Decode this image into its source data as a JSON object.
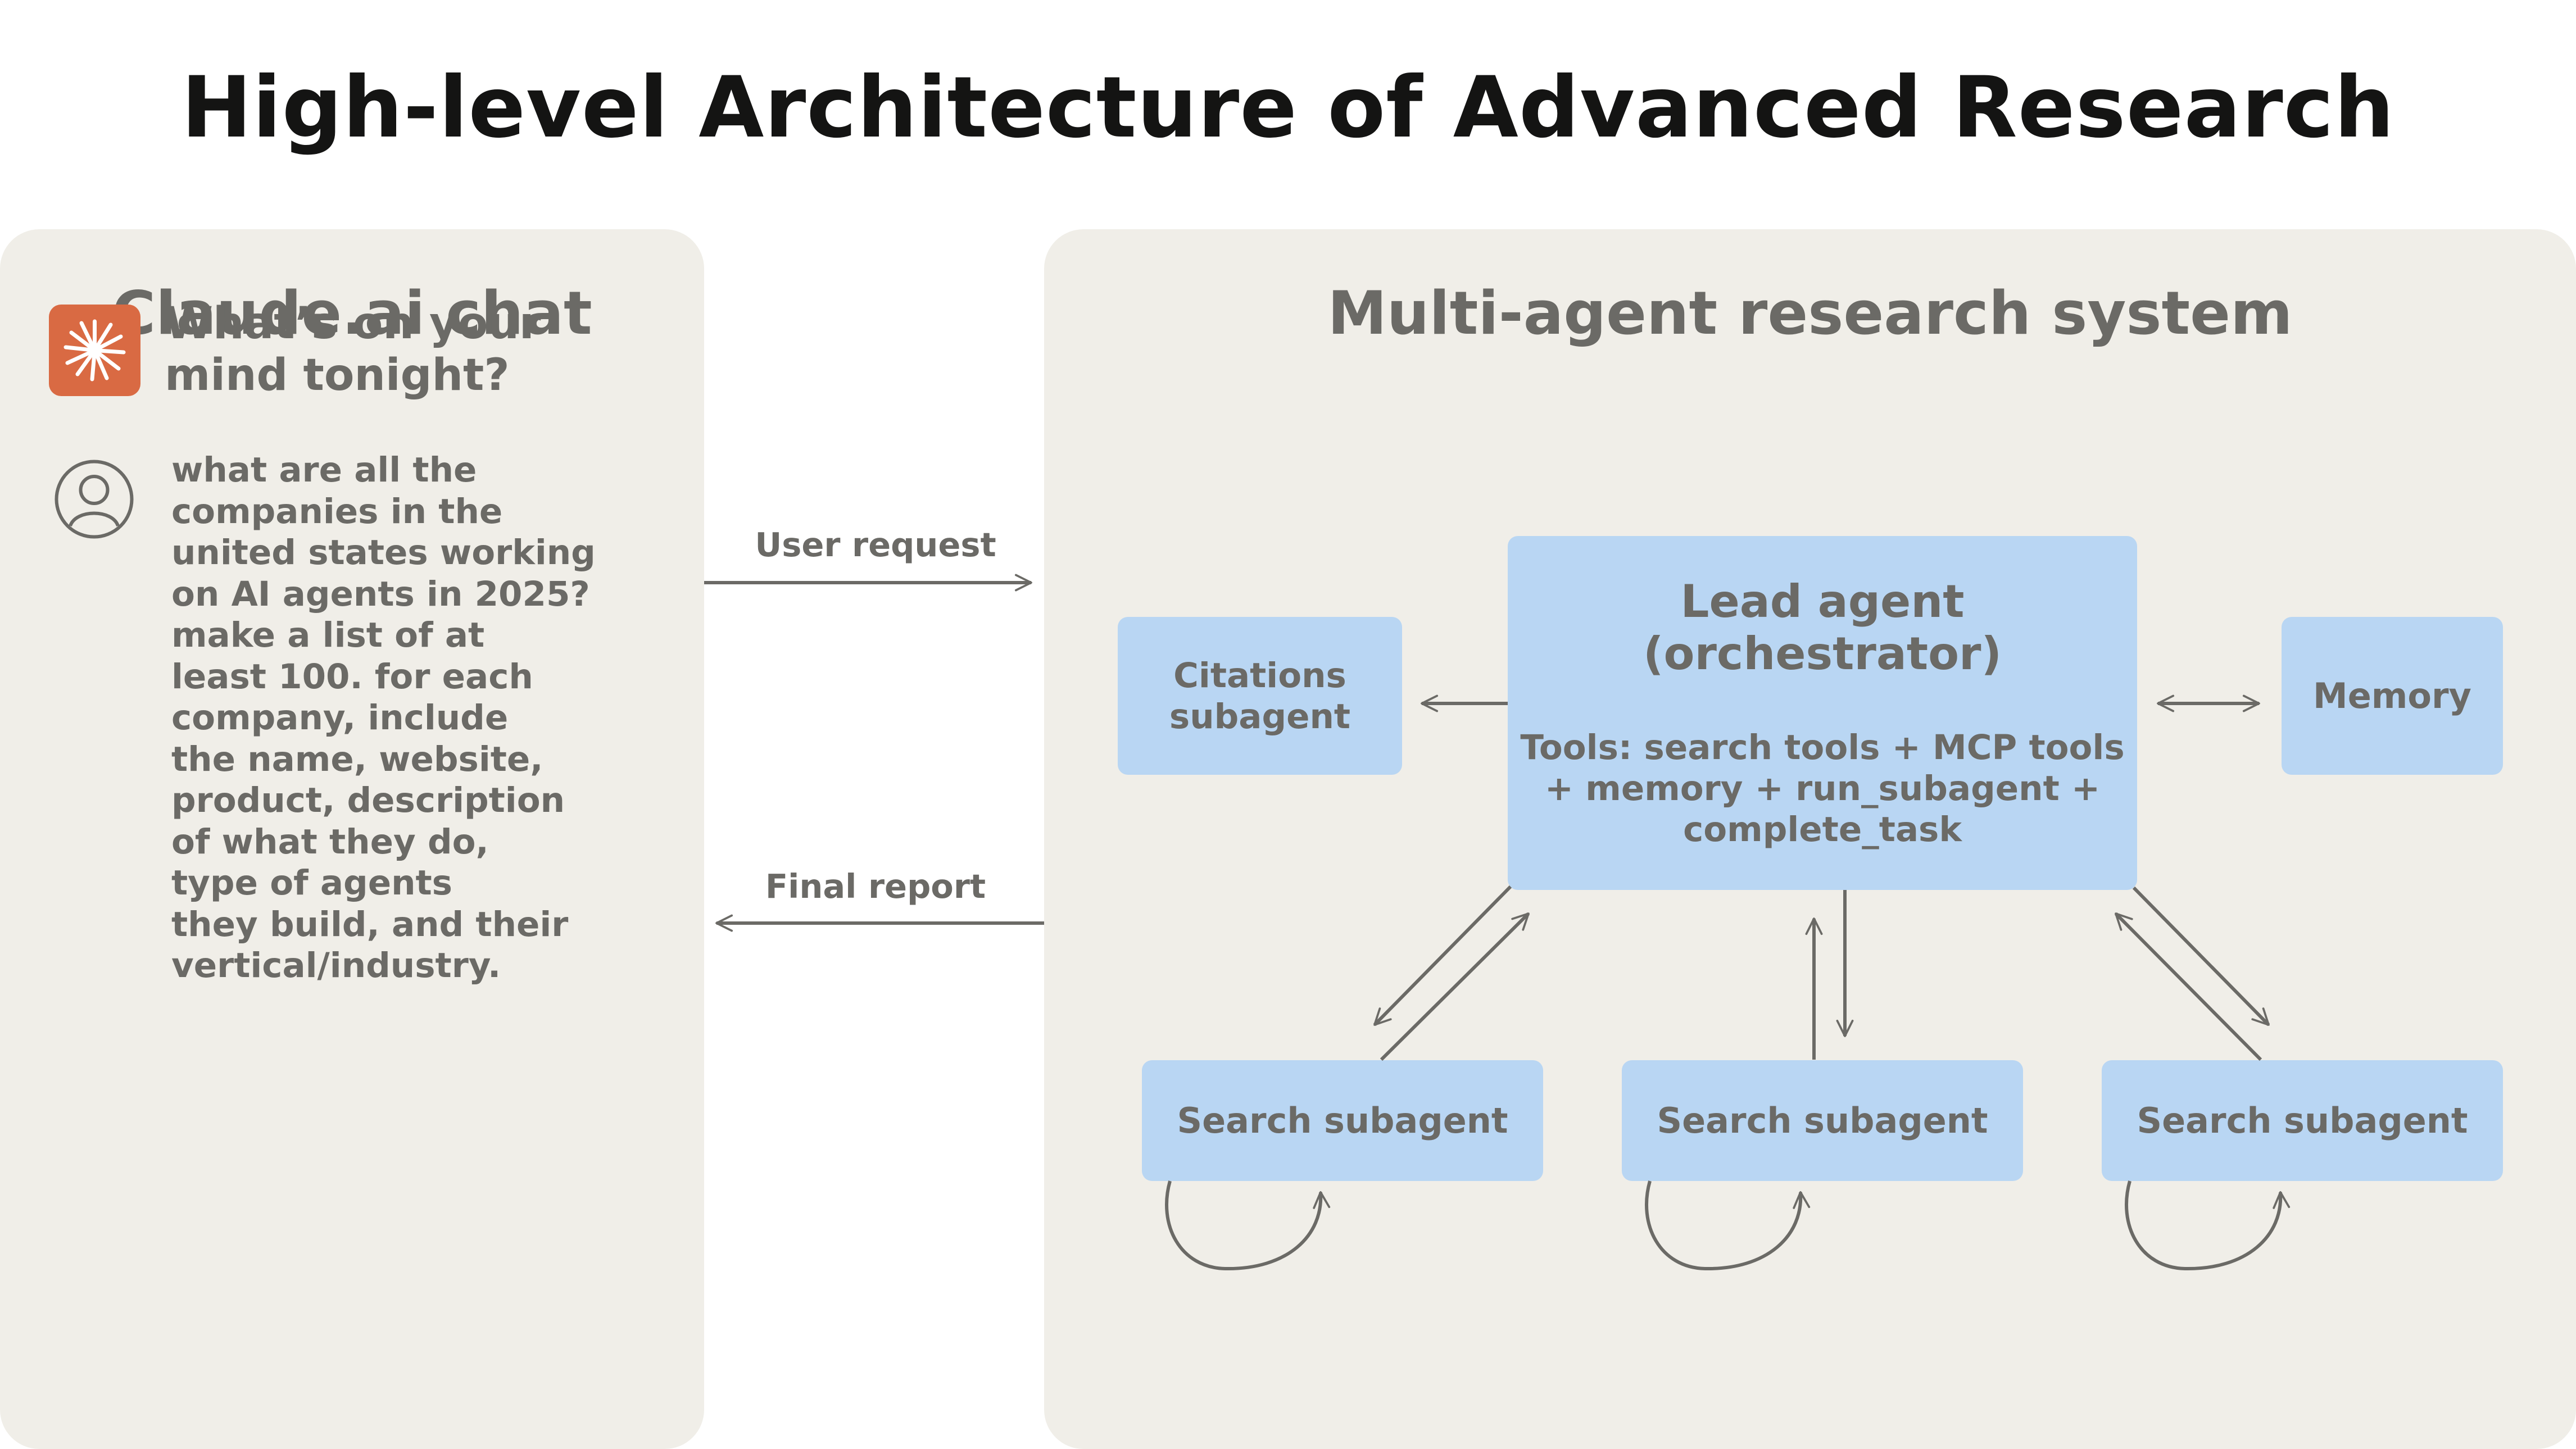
{
  "title": "High-level Architecture of Advanced Research",
  "chat_panel": {
    "title": "Claude.ai chat",
    "prompt": "What’s on your mind tonight?",
    "query": "what are all the\ncompanies in the\nunited states working\non AI agents in 2025?\nmake a list of at\nleast 100. for each\ncompany, include\nthe name, website,\nproduct, description\nof what they do,\ntype of agents\nthey build, and their\nvertical/industry.",
    "logo_icon": "claude-starburst-icon",
    "avatar_icon": "user-avatar-icon"
  },
  "system_panel": {
    "title": "Multi-agent research system",
    "lead_agent": {
      "title": "Lead agent\n(orchestrator)",
      "tools": "Tools: search tools + MCP tools\n+ memory + run_subagent +\ncomplete_task"
    },
    "citations": "Citations\nsubagent",
    "memory": "Memory",
    "search_subagents": [
      "Search subagent",
      "Search subagent",
      "Search subagent"
    ]
  },
  "edges": {
    "user_request": "User request",
    "final_report": "Final report"
  },
  "colors": {
    "panel_bg": "#f0eee8",
    "box_fill": "#b9d6f3",
    "text_gray": "#6b6a66",
    "title_text": "#141413",
    "logo_orange": "#d96a43",
    "arrow": "#6b6a66"
  }
}
